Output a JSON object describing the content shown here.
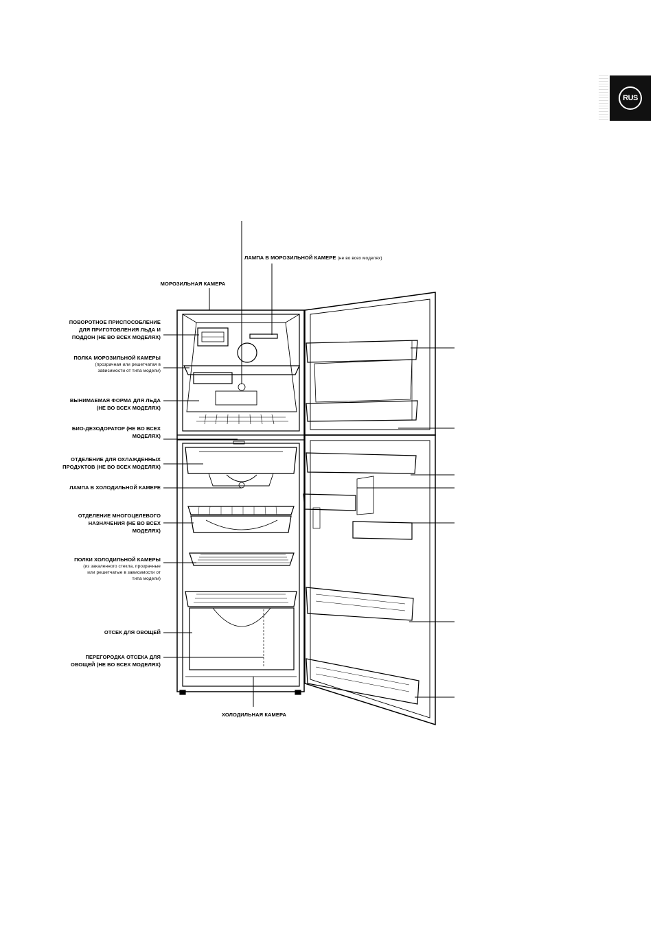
{
  "lang_badge": "RUS",
  "labels": {
    "freezer_lamp": "ЛАМПА В МОРОЗИЛЬНОЙ КАМЕРЕ",
    "freezer_lamp_note": "(не во всех моделях)",
    "freezer": "МОРОЗИЛЬНАЯ КАМЕРА",
    "ice_maker_1": "ПОВОРОТНОЕ ПРИСПОСОБЛЕНИЕ",
    "ice_maker_2": "ДЛЯ ПРИГОТОВЛЕНИЯ ЛЬДА И",
    "ice_maker_3": "ПОДДОН (НЕ ВО ВСЕХ МОДЕЛЯХ)",
    "freezer_shelf": "ПОЛКА МОРОЗИЛЬНОЙ КАМЕРЫ",
    "freezer_shelf_note_1": "(прозрачная или решетчатая в",
    "freezer_shelf_note_2": "зависимости от типа модели)",
    "ice_tray_1": "ВЫНИМАЕМАЯ ФОРМА ДЛЯ ЛЬДА",
    "ice_tray_2": "(НЕ ВО ВСЕХ МОДЕЛЯХ)",
    "deodorizer_1": "БИО-ДЕЗОДОРАТОР (НЕ ВО ВСЕХ",
    "deodorizer_2": "МОДЕЛЯХ)",
    "chilled_1": "ОТДЕЛЕНИЕ ДЛЯ ОХЛАЖДЕННЫХ",
    "chilled_2": "ПРОДУКТОВ (НЕ ВО ВСЕХ МОДЕЛЯХ)",
    "fridge_lamp": "ЛАМПА В ХОЛОДИЛЬНОЙ КАМЕРЕ",
    "multi_1": "ОТДЕЛЕНИЕ МНОГОЦЕЛЕВОГО",
    "multi_2": "НАЗНАЧЕНИЯ (НЕ ВО ВСЕХ",
    "multi_3": "МОДЕЛЯХ)",
    "fridge_shelves": "ПОЛКИ ХОЛОДИЛЬНОЙ КАМЕРЫ",
    "fridge_shelves_note_1": "(из закаленного стекла, прозрачные",
    "fridge_shelves_note_2": "или решетчатые в зависимости от",
    "fridge_shelves_note_3": "типа модели)",
    "veg": "ОТСЕК ДЛЯ ОВОЩЕЙ",
    "veg_divider_1": "ПЕРЕГОРОДКА ОТСЕКА ДЛЯ",
    "veg_divider_2": "ОВОЩЕЙ (НЕ ВО ВСЕХ МОДЕЛЯХ)",
    "fridge": "ХОЛОДИЛЬНАЯ КАМЕРА"
  }
}
